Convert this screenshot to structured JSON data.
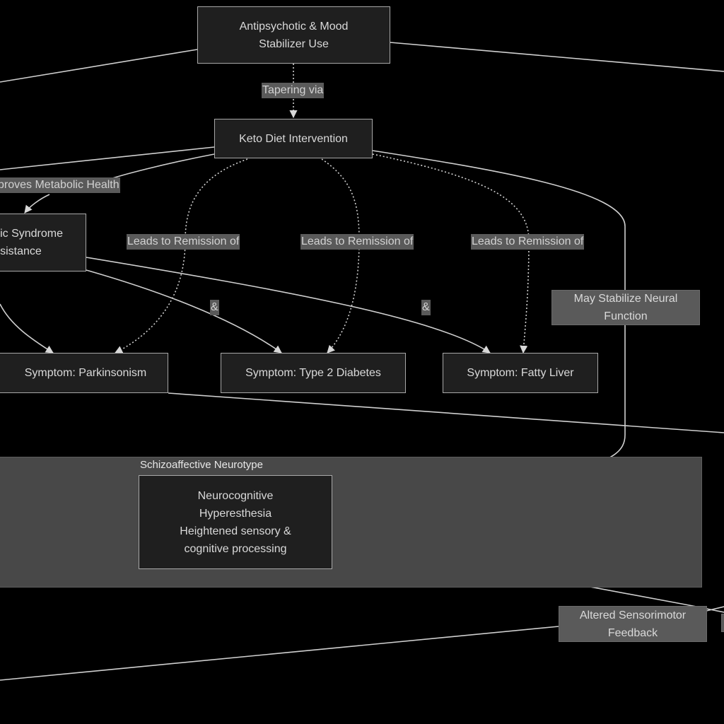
{
  "diagram": {
    "nodes": {
      "antipsychotic": {
        "lines": [
          "Antipsychotic & Mood",
          "Stabilizer Use"
        ]
      },
      "keto": {
        "lines": [
          "Keto Diet Intervention"
        ]
      },
      "metabolic": {
        "lines": [
          "ic Syndrome",
          "sistance"
        ]
      },
      "parkinsonism": {
        "lines": [
          "Symptom: Parkinsonism"
        ]
      },
      "diabetes": {
        "lines": [
          "Symptom: Type 2 Diabetes"
        ]
      },
      "fatty_liver": {
        "lines": [
          "Symptom: Fatty Liver"
        ]
      },
      "neurocognitive": {
        "lines": [
          "Neurocognitive",
          "Hyperesthesia",
          "Heightened sensory &",
          "cognitive processing"
        ]
      },
      "sensorimotor": {
        "lines": [
          "Altered Sensorimotor",
          "Feedback"
        ]
      },
      "stabilize": {
        "lines": [
          "May Stabilize Neural",
          "Function"
        ]
      }
    },
    "cluster": {
      "title": "Schizoaffective Neurotype"
    },
    "edge_labels": {
      "tapering": "Tapering via",
      "improves": "proves Metabolic Health",
      "remission_1": "Leads to Remission of",
      "remission_2": "Leads to Remission of",
      "remission_3": "Leads to Remission of",
      "and_1": "&",
      "and_2": "&"
    },
    "colors": {
      "background": "#000000",
      "node_fill": "#1f1f1f",
      "node_border": "#a8a8a8",
      "cluster_fill": "#484848",
      "label_fill": "#5a5a5a",
      "edge": "#d0d0d0"
    }
  }
}
